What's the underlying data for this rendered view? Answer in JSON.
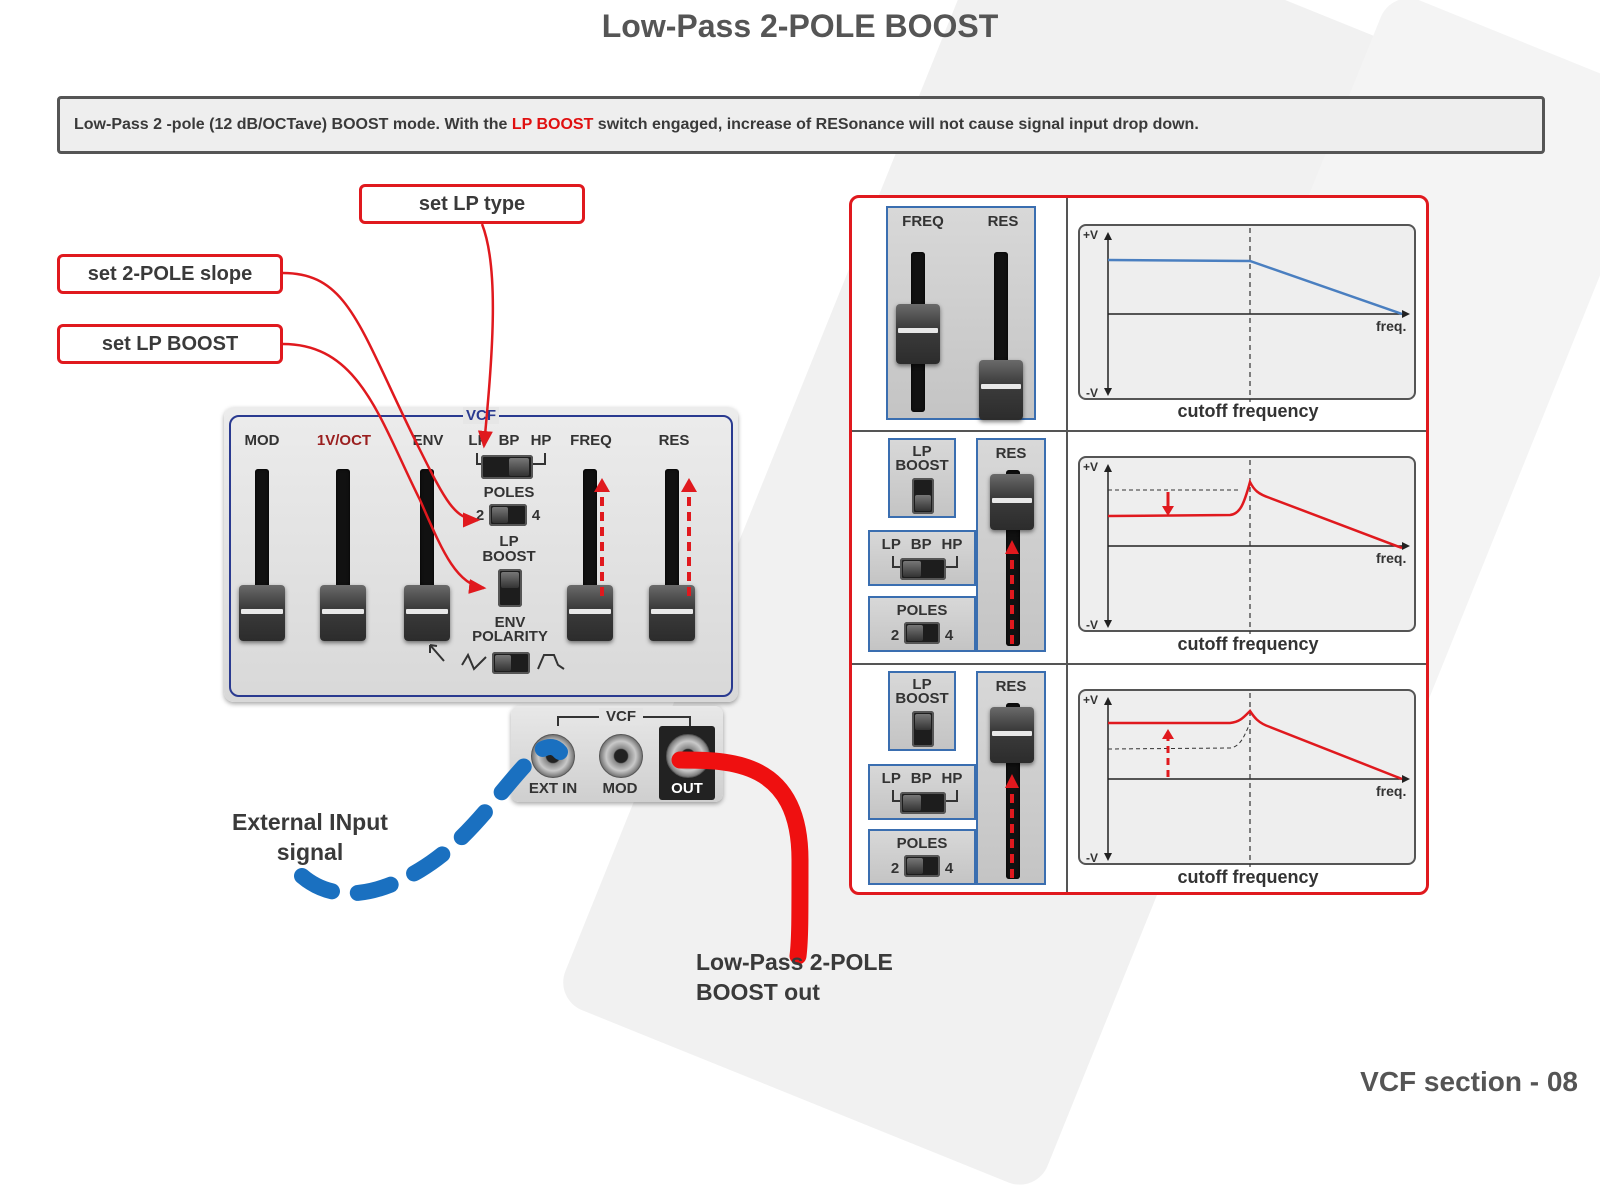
{
  "title": "Low-Pass 2-POLE BOOST",
  "footer": "VCF section - 08",
  "description": {
    "before": "Low-Pass 2 -pole (12 dB/OCTave) BOOST mode. With the ",
    "highlight": "LP BOOST",
    "after": " switch engaged, increase of RESonance will not cause signal input drop down."
  },
  "callouts": {
    "lp_type": "set LP type",
    "slope": "set 2-POLE slope",
    "boost": "set LP BOOST"
  },
  "vcf_panel": {
    "title": "VCF",
    "slider_labels": [
      "MOD",
      "1V/OCT",
      "ENV",
      "FREQ",
      "RES"
    ],
    "filter_types": [
      "LP",
      "BP",
      "HP"
    ],
    "poles_label": "POLES",
    "poles_values": [
      "2",
      "4"
    ],
    "lp_boost_label": [
      "LP",
      "BOOST"
    ],
    "env_polarity_label": [
      "ENV",
      "POLARITY"
    ]
  },
  "jack_panel": {
    "title": "VCF",
    "ext_in": "EXT IN",
    "mod": "MOD",
    "out": "OUT"
  },
  "external_input": [
    "External INput",
    "signal"
  ],
  "output_label": [
    "Low-Pass 2-POLE",
    "BOOST out"
  ],
  "rows": [
    {
      "freq": "FREQ",
      "res": "RES",
      "axis_top": "+V",
      "axis_bottom": "-V",
      "axis_x": "freq.",
      "caption": "cutoff frequency"
    },
    {
      "lp_boost": [
        "LP",
        "BOOST"
      ],
      "types": [
        "LP",
        "BP",
        "HP"
      ],
      "poles": "POLES",
      "poles_values": [
        "2",
        "4"
      ],
      "res": "RES",
      "axis_top": "+V",
      "axis_bottom": "-V",
      "axis_x": "freq.",
      "caption": "cutoff frequency"
    },
    {
      "lp_boost": [
        "LP",
        "BOOST"
      ],
      "types": [
        "LP",
        "BP",
        "HP"
      ],
      "poles": "POLES",
      "poles_values": [
        "2",
        "4"
      ],
      "res": "RES",
      "axis_top": "+V",
      "axis_bottom": "-V",
      "axis_x": "freq.",
      "caption": "cutoff frequency"
    }
  ],
  "colors": {
    "accent_red": "#e0191e",
    "panel_blue": "#2a3a90",
    "cable_blue": "#1a70c0",
    "curve_blue": "#4a7fc0"
  }
}
